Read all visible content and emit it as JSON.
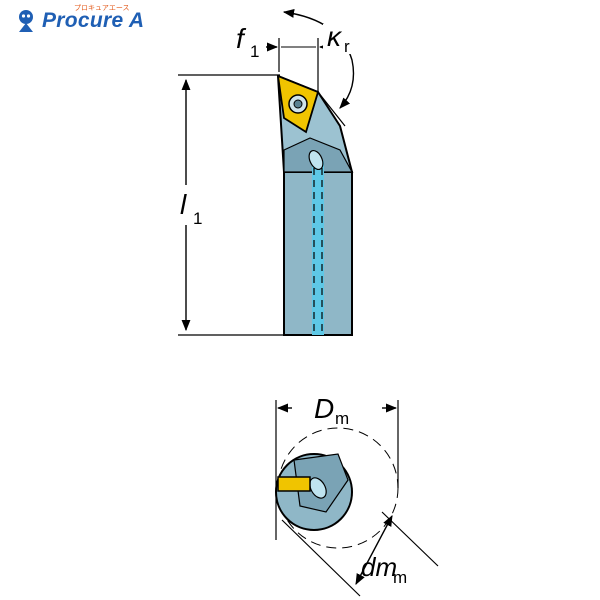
{
  "logo": {
    "brand": "Procure A",
    "kana": "プロキュアエース"
  },
  "labels": {
    "f1_main": "f",
    "f1_sub": "1",
    "kr_main": "κ",
    "kr_sub": "r",
    "l1_main": "l",
    "l1_sub": "1",
    "dm_main": "D",
    "dm_sub": "m",
    "dmm_main": "dm",
    "dmm_sub": "m"
  },
  "colors": {
    "body": "#8fb7c7",
    "body_shade": "#6e98aa",
    "insert": "#f0c400",
    "coolant": "#5ec8e6",
    "line": "#000000"
  }
}
